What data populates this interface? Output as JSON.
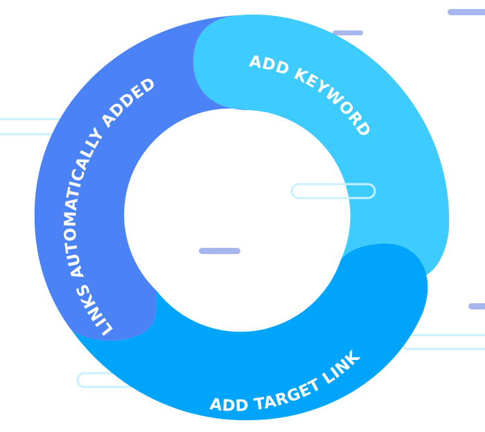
{
  "diagram": {
    "segments": [
      {
        "id": "add-keyword",
        "label": "ADD KEYWORD",
        "color": "#3ECBFF"
      },
      {
        "id": "add-target-link",
        "label": "ADD TARGET LINK",
        "color": "#00A4FA"
      },
      {
        "id": "links-automatically-added",
        "label": "LINKS AUTOMATICALLY ADDED",
        "color": "#4B83F6"
      }
    ],
    "decor_colors": {
      "dash_fill": "#A8B6EE",
      "capsule_stroke": "#C9F0FE"
    }
  }
}
